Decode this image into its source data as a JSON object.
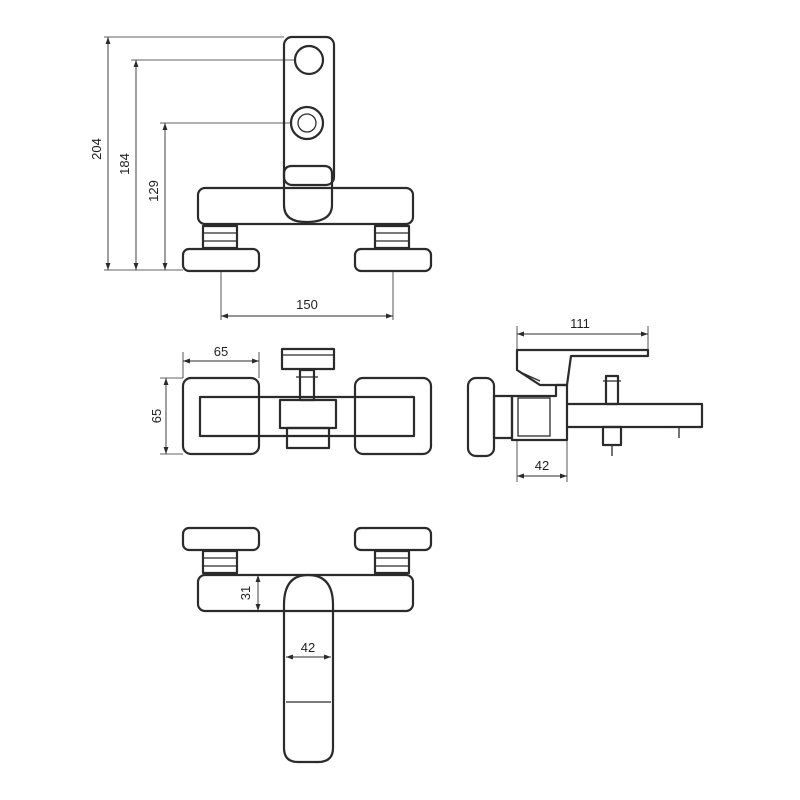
{
  "dimensions": {
    "front_height_total": "204",
    "front_height_upper": "184",
    "front_height_lower": "129",
    "front_wall_spacing": "150",
    "top_flange_width": "65",
    "top_flange_depth": "65",
    "side_projection": "111",
    "side_body_depth": "42",
    "bottom_body_height": "31",
    "bottom_lever_width": "42"
  },
  "colors": {
    "line": "#2b2b2b",
    "background": "#ffffff"
  }
}
